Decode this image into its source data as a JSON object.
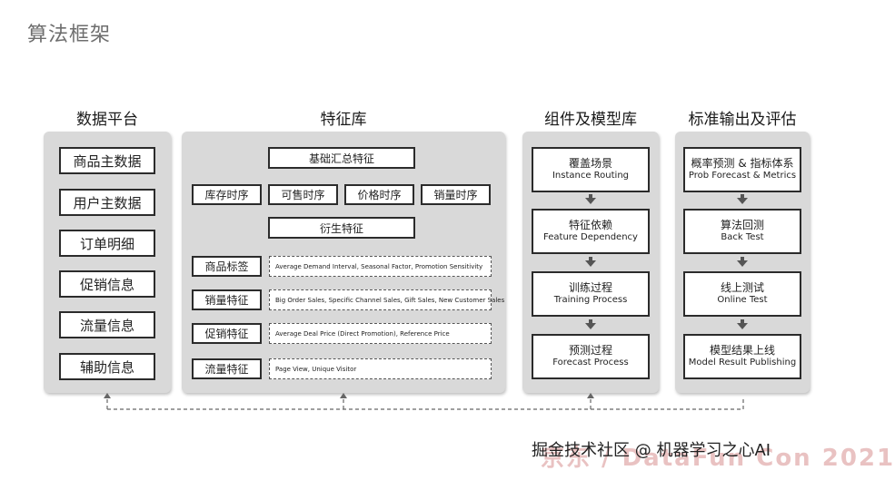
{
  "title": "算法框架",
  "columns": {
    "data_platform": {
      "heading": "数据平台",
      "items": [
        "商品主数据",
        "用户主数据",
        "订单明细",
        "促销信息",
        "流量信息",
        "辅助信息"
      ]
    },
    "feature_store": {
      "heading": "特征库",
      "base_feature": "基础汇总特征",
      "time_series": [
        "库存时序",
        "可售时序",
        "价格时序",
        "销量时序"
      ],
      "derived_feature": "衍生特征",
      "groups": [
        {
          "label": "商品标签",
          "desc": "Average Demand Interval, Seasonal Factor, Promotion Sensitivity"
        },
        {
          "label": "销量特征",
          "desc": "Big Order Sales, Specific Channel Sales, Gift Sales, New Customer Sales"
        },
        {
          "label": "促销特征",
          "desc": "Average Deal Price (Direct Promotion), Reference Price"
        },
        {
          "label": "流量特征",
          "desc": "Page View, Unique Visitor"
        }
      ]
    },
    "components": {
      "heading": "组件及模型库",
      "steps": [
        {
          "zh": "覆盖场景",
          "en": "Instance Routing"
        },
        {
          "zh": "特征依赖",
          "en": "Feature Dependency"
        },
        {
          "zh": "训练过程",
          "en": "Training Process"
        },
        {
          "zh": "预测过程",
          "en": "Forecast Process"
        }
      ]
    },
    "output": {
      "heading": "标准输出及评估",
      "steps": [
        {
          "zh": "概率预测 & 指标体系",
          "en": "Prob Forecast & Metrics"
        },
        {
          "zh": "算法回测",
          "en": "Back Test"
        },
        {
          "zh": "线上测试",
          "en": "Online Test"
        },
        {
          "zh": "模型结果上线",
          "en": "Model Result Publishing"
        }
      ]
    }
  },
  "watermark": {
    "logo": "京东 / DataFun Con 2021",
    "text": "掘金技术社区 @ 机器学习之心AI"
  }
}
